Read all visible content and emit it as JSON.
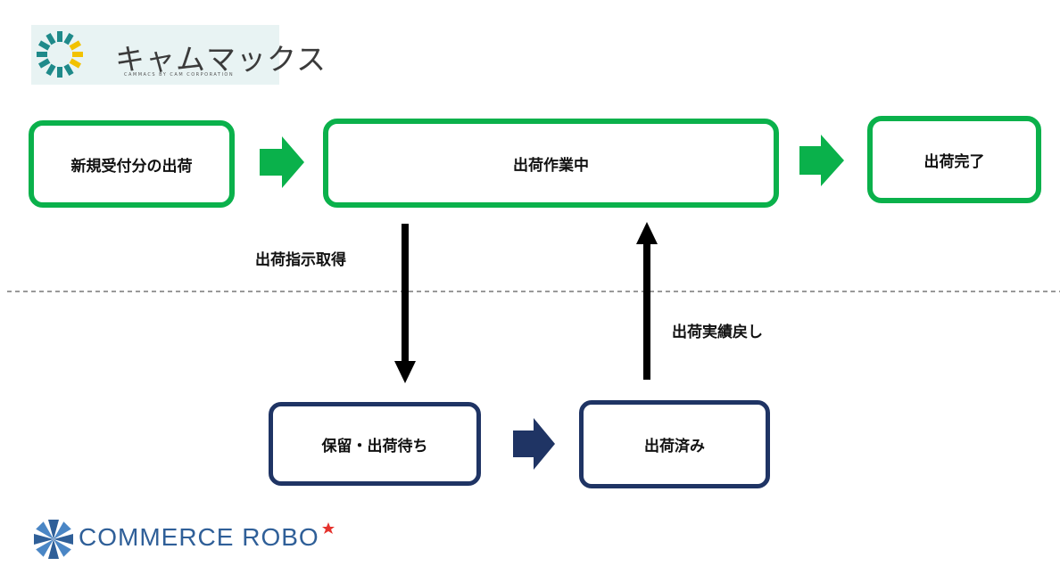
{
  "colors": {
    "green": "#0ab14b",
    "navy": "#1f3464",
    "arrow_black": "#000000",
    "logo_teal": "#1f8a8a",
    "logo_yellow": "#f2c200",
    "commerce_blue": "#2f5f98",
    "star_red": "#e5322d"
  },
  "logos": {
    "top": {
      "text": "キャムマックス",
      "subtext": "CAMMACS BY CAM CORPORATION"
    },
    "bottom": {
      "text": "COMMERCE ROBO"
    }
  },
  "nodes": {
    "new_orders": "新規受付分の出荷",
    "shipping_in_progress": "出荷作業中",
    "shipping_complete": "出荷完了",
    "on_hold": "保留・出荷待ち",
    "shipped": "出荷済み"
  },
  "edges": {
    "get_instructions": "出荷指示取得",
    "return_results": "出荷実績戻し"
  }
}
